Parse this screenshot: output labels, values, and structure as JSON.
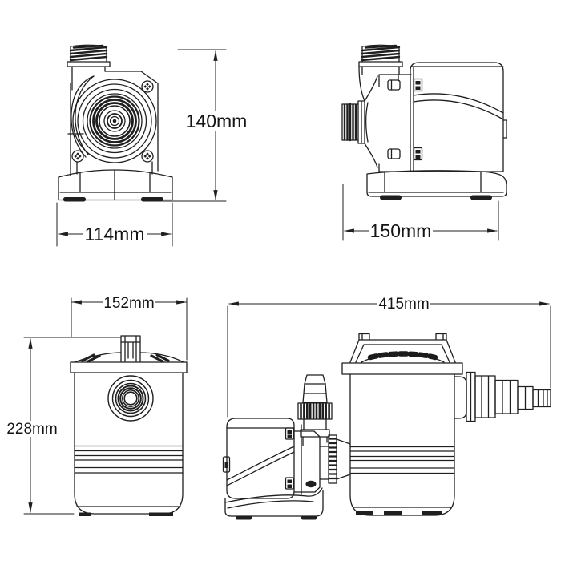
{
  "page": {
    "background_color": "#ffffff",
    "line_color": "#1f1f1f",
    "text_color": "#151515"
  },
  "dimensions": {
    "pump_front": {
      "height": "140mm",
      "width": "114mm"
    },
    "pump_side": {
      "depth": "150mm"
    },
    "filter_front": {
      "width": "152mm",
      "height": "228mm"
    },
    "assembly": {
      "length": "415mm"
    }
  }
}
